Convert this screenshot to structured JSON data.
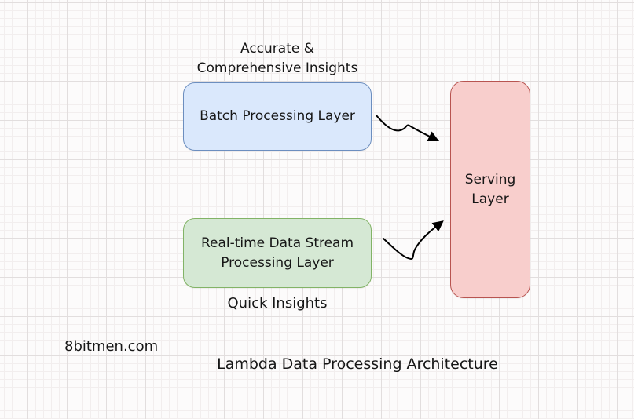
{
  "diagram": {
    "title": "Lambda Data Processing Architecture",
    "watermark": "8bitmen.com"
  },
  "nodes": {
    "batch": {
      "label": "Batch Processing Layer"
    },
    "realtime": {
      "line1": "Real-time Data Stream",
      "line2": "Processing Layer"
    },
    "serving": {
      "line1": "Serving",
      "line2": "Layer"
    }
  },
  "notes": {
    "batch_line1": "Accurate &",
    "batch_line2": "Comprehensive Insights",
    "realtime": "Quick Insights"
  },
  "edges": [
    {
      "from": "Batch Processing Layer",
      "to": "Serving Layer",
      "style": "curved-arrow"
    },
    {
      "from": "Real-time Data Stream Processing Layer",
      "to": "Serving Layer",
      "style": "curved-arrow"
    }
  ],
  "palette": {
    "batch_fill": "#dae8fc",
    "batch_border": "#6c8ebf",
    "realtime_fill": "#d5e8d4",
    "realtime_border": "#82b366",
    "serving_fill": "#f8cecc",
    "serving_border": "#b85450",
    "arrow": "#000000",
    "text": "#161616",
    "grid_major": "#e2dede",
    "grid_minor": "#f2eeee",
    "background": "#fcfbfb"
  }
}
